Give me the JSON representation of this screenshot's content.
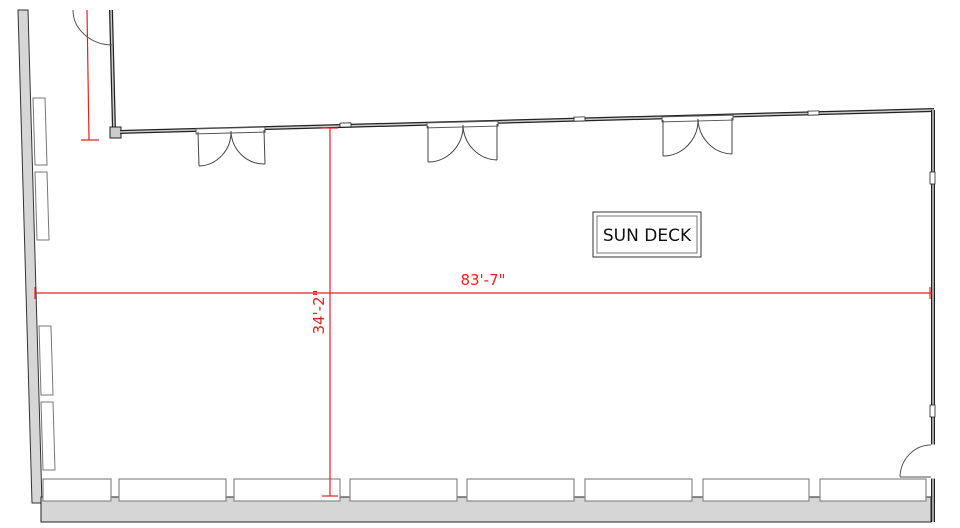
{
  "room_label": "SUN DECK",
  "dimensions": {
    "width": "83'-7\"",
    "depth": "34'-2\""
  },
  "colors": {
    "dimension_line": "#e8211c",
    "wall_fill": "#d6d6d6",
    "wall_stroke": "#222222"
  }
}
